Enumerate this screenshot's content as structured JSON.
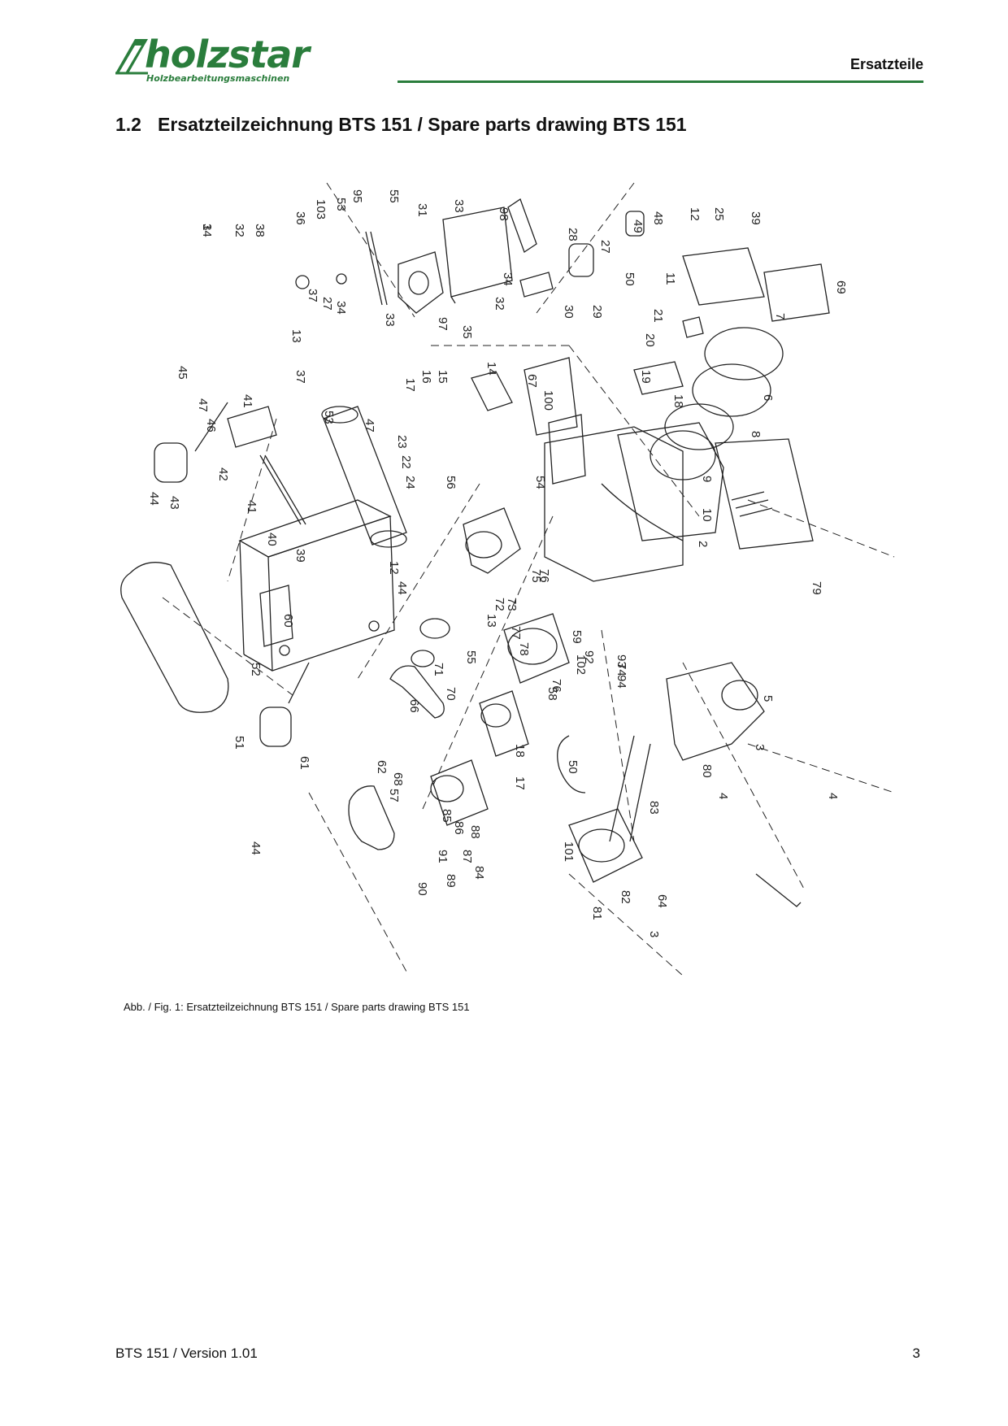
{
  "header": {
    "brand": "holzstar",
    "brand_sub": "Holzbearbeitungsmaschinen",
    "section": "Ersatzteile"
  },
  "title": {
    "number": "1.2",
    "text": "Ersatzteilzeichnung BTS 151 / Spare parts drawing BTS 151"
  },
  "figure": {
    "caption": "Abb. / Fig. 1: Ersatzteilzeichnung BTS 151 / Spare parts drawing BTS 151",
    "part_labels": [
      "34",
      "32",
      "38",
      "36",
      "103",
      "53",
      "95",
      "55",
      "31",
      "33",
      "98",
      "28",
      "27",
      "49",
      "48",
      "12",
      "25",
      "39",
      "37",
      "27",
      "34",
      "33",
      "97",
      "35",
      "32",
      "34",
      "30",
      "29",
      "50",
      "11",
      "21",
      "20",
      "19",
      "18",
      "17",
      "16",
      "15",
      "14",
      "67",
      "100",
      "13",
      "37",
      "53",
      "23",
      "22",
      "24",
      "47",
      "54",
      "56",
      "47",
      "46",
      "45",
      "44",
      "43",
      "41",
      "42",
      "41",
      "40",
      "39",
      "12",
      "44",
      "60",
      "52",
      "51",
      "61",
      "44",
      "62",
      "68",
      "57",
      "66",
      "70",
      "71",
      "55",
      "13",
      "72",
      "73",
      "74",
      "75",
      "76",
      "77",
      "78",
      "58",
      "59",
      "92",
      "93",
      "94",
      "76",
      "18",
      "17",
      "85",
      "86",
      "88",
      "87",
      "91",
      "84",
      "89",
      "90",
      "50",
      "101",
      "83",
      "82",
      "81",
      "64",
      "3",
      "4",
      "80",
      "79",
      "2",
      "10",
      "9",
      "8",
      "6",
      "7",
      "5",
      "3",
      "4",
      "102",
      "69",
      "1"
    ]
  },
  "footer": {
    "left": "BTS 151 / Version 1.01",
    "page": "3"
  },
  "colors": {
    "brand_green": "#2a7d3c",
    "line": "#222222"
  }
}
